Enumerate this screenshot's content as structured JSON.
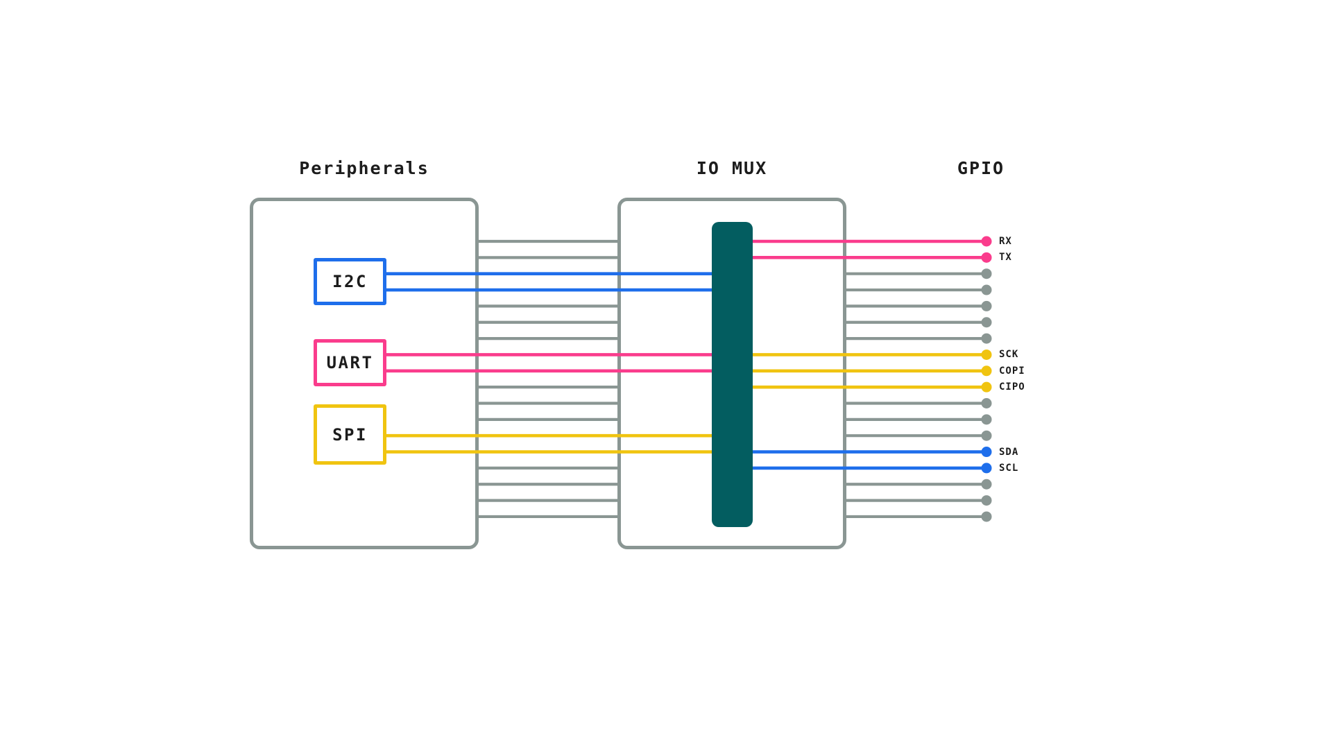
{
  "titles": {
    "peripherals": "Peripherals",
    "io_mux": "IO MUX",
    "gpio": "GPIO"
  },
  "colors": {
    "blue": "#1e6eeb",
    "pink": "#fa3c8c",
    "yellow": "#f0c410",
    "gray": "#8a9693",
    "teal": "#035d60",
    "text": "#1c1c1c",
    "background": "#ffffff"
  },
  "peripherals": [
    {
      "label": "I2C",
      "color": "blue"
    },
    {
      "label": "UART",
      "color": "pink"
    },
    {
      "label": "SPI",
      "color": "yellow"
    }
  ],
  "gpio_pins": [
    {
      "left": "gray",
      "right": "pink",
      "label": "RX"
    },
    {
      "left": "gray",
      "right": "pink",
      "label": "TX"
    },
    {
      "left": "blue",
      "right": "gray",
      "label": ""
    },
    {
      "left": "blue",
      "right": "gray",
      "label": ""
    },
    {
      "left": "gray",
      "right": "gray",
      "label": ""
    },
    {
      "left": "gray",
      "right": "gray",
      "label": ""
    },
    {
      "left": "gray",
      "right": "gray",
      "label": ""
    },
    {
      "left": "pink",
      "right": "yellow",
      "label": "SCK"
    },
    {
      "left": "pink",
      "right": "yellow",
      "label": "COPI"
    },
    {
      "left": "gray",
      "right": "yellow",
      "label": "CIPO"
    },
    {
      "left": "gray",
      "right": "gray",
      "label": ""
    },
    {
      "left": "gray",
      "right": "gray",
      "label": ""
    },
    {
      "left": "yellow",
      "right": "gray",
      "label": ""
    },
    {
      "left": "yellow",
      "right": "blue",
      "label": "SDA"
    },
    {
      "left": "gray",
      "right": "blue",
      "label": "SCL"
    },
    {
      "left": "gray",
      "right": "gray",
      "label": ""
    },
    {
      "left": "gray",
      "right": "gray",
      "label": ""
    },
    {
      "left": "gray",
      "right": "gray",
      "label": ""
    }
  ]
}
